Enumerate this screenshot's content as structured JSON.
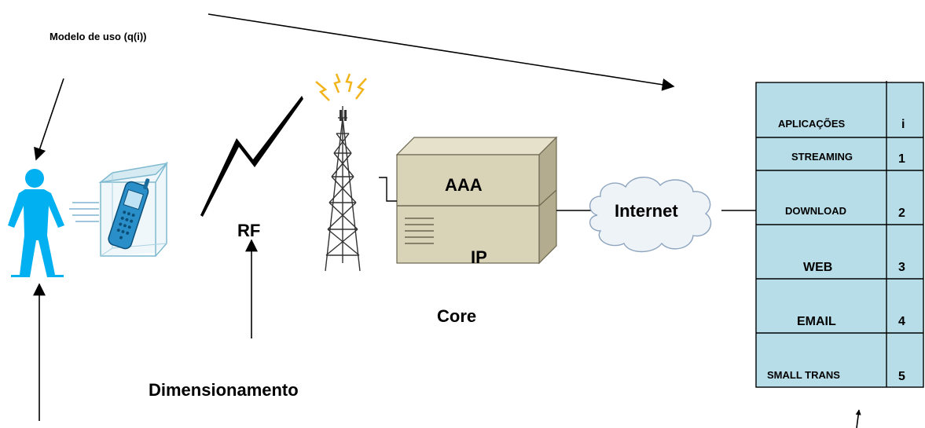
{
  "labels": {
    "usage_model": "Modelo de uso (q(i))",
    "rf": "RF",
    "aaa": "AAA",
    "ip": "IP",
    "internet": "Internet",
    "core": "Core",
    "sizing": "Dimensionamento"
  },
  "table": {
    "header_app": "APLICAÇÕES",
    "header_index": "i",
    "rows": [
      {
        "name": "STREAMING",
        "index": "1"
      },
      {
        "name": "DOWNLOAD",
        "index": "2"
      },
      {
        "name": "WEB",
        "index": "3"
      },
      {
        "name": "EMAIL",
        "index": "4"
      },
      {
        "name": "SMALL TRANS",
        "index": "5"
      }
    ]
  },
  "colors": {
    "person": "#00B0F0",
    "cell_fill": "#B7DDE8",
    "server_front": "#D9D3B8",
    "server_side": "#B3AC8E",
    "server_top": "#E6E1CB",
    "cloud_fill": "#EEF3F8",
    "cloud_stroke": "#8EA5BF",
    "lightning": "#F2B41C"
  },
  "icons": [
    "person-icon",
    "mobile-phone-icon",
    "radio-wave-icon",
    "antenna-tower-icon",
    "server-icon",
    "cloud-icon"
  ]
}
